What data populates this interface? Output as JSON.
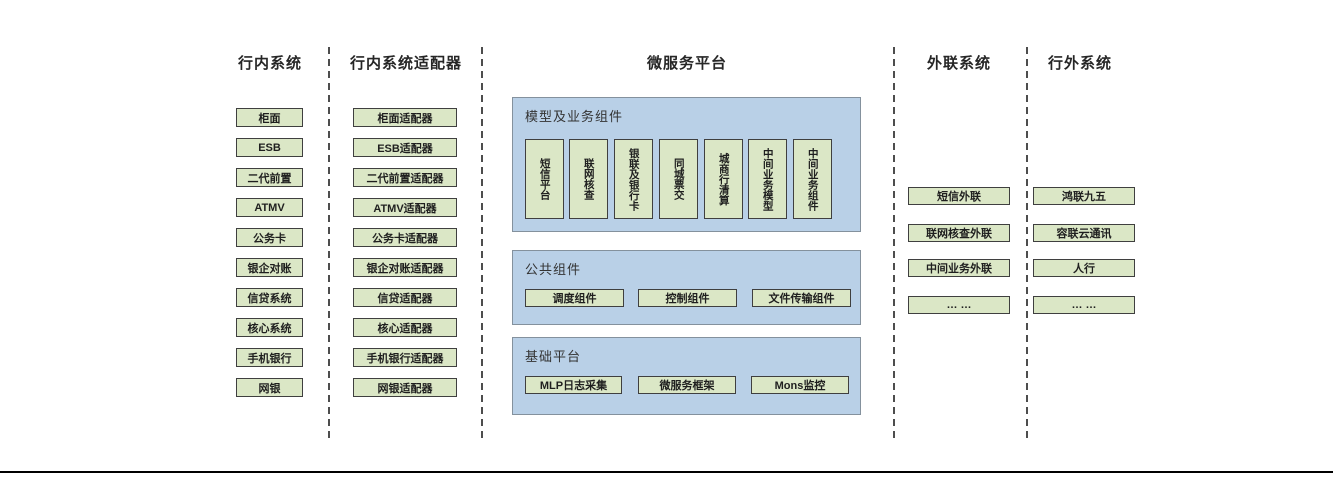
{
  "colors": {
    "box_fill": "#dbe7c6",
    "box_border": "#3f3f3f",
    "panel_fill": "#b9d0e7",
    "panel_border": "#84919d",
    "divider": "#4d4d4d",
    "bottom_rule": "#000000",
    "header_text": "#262626"
  },
  "columns": {
    "internal": {
      "header": "行内系统",
      "items": [
        "柜面",
        "ESB",
        "二代前置",
        "ATMV",
        "公务卡",
        "银企对账",
        "信贷系统",
        "核心系统",
        "手机银行",
        "网银"
      ]
    },
    "adapters": {
      "header": "行内系统适配器",
      "items": [
        "柜面适配器",
        "ESB适配器",
        "二代前置适配器",
        "ATMV适配器",
        "公务卡适配器",
        "银企对账适配器",
        "信贷适配器",
        "核心适配器",
        "手机银行适配器",
        "网银适配器"
      ]
    },
    "platform": {
      "header": "微服务平台",
      "panels": {
        "model": {
          "title": "模型及业务组件",
          "items": [
            "短信平台",
            "联网核查",
            "银联及银行卡",
            "同城票交",
            "城商行清算",
            "中间业务模型",
            "中间业务组件"
          ]
        },
        "common": {
          "title": "公共组件",
          "items": [
            "调度组件",
            "控制组件",
            "文件传输组件"
          ]
        },
        "base": {
          "title": "基础平台",
          "items": [
            "MLP日志采集",
            "微服务框架",
            "Mons监控"
          ]
        }
      }
    },
    "outreach": {
      "header": "外联系统",
      "items": [
        "短信外联",
        "联网核查外联",
        "中间业务外联",
        "… …"
      ]
    },
    "external": {
      "header": "行外系统",
      "items": [
        "鸿联九五",
        "容联云通讯",
        "人行",
        "… …"
      ]
    }
  }
}
